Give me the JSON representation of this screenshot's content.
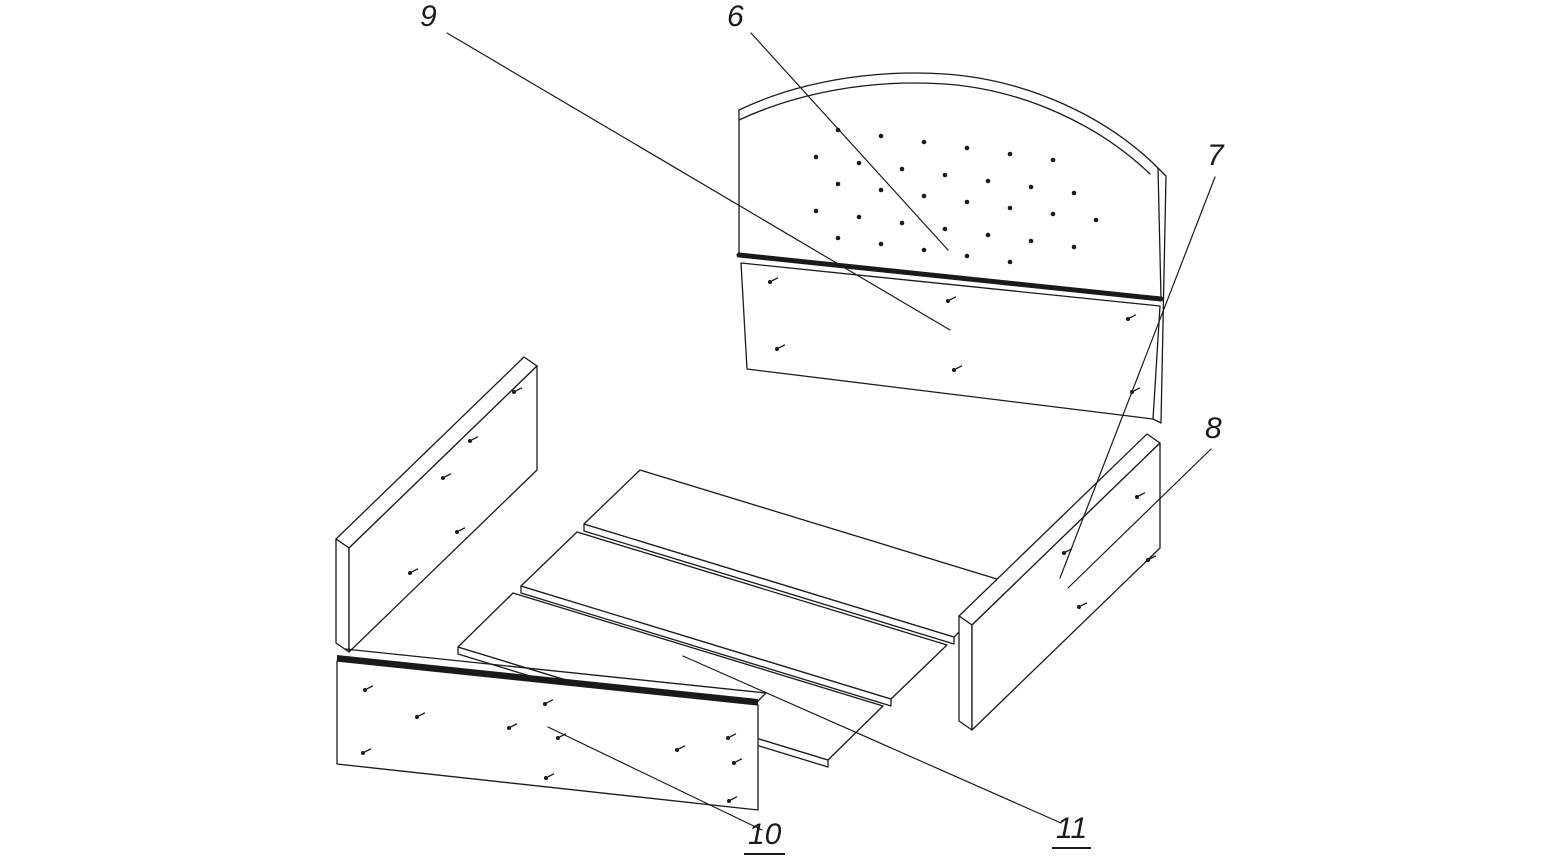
{
  "figure": {
    "kind": "exploded-assembly-line-drawing",
    "background_color": "#ffffff",
    "line_color": "#1a1a1a",
    "callouts": [
      {
        "label": "9",
        "underlined": false,
        "target_part": "headboard-lower-panel"
      },
      {
        "label": "6",
        "underlined": false,
        "target_part": "headboard-tufted-panel"
      },
      {
        "label": "7",
        "underlined": false,
        "target_part": "right-side-panel"
      },
      {
        "label": "8",
        "underlined": false,
        "target_part": "right-side-panel-fitting"
      },
      {
        "label": "10",
        "underlined": true,
        "target_part": "footboard-panel"
      },
      {
        "label": "11",
        "underlined": true,
        "target_part": "base-slats"
      }
    ],
    "parts": [
      "headboard-arched-tufted-panel",
      "headboard-lower-panel",
      "left-side-panel",
      "right-side-panel",
      "base-slats",
      "footboard-panel"
    ]
  }
}
